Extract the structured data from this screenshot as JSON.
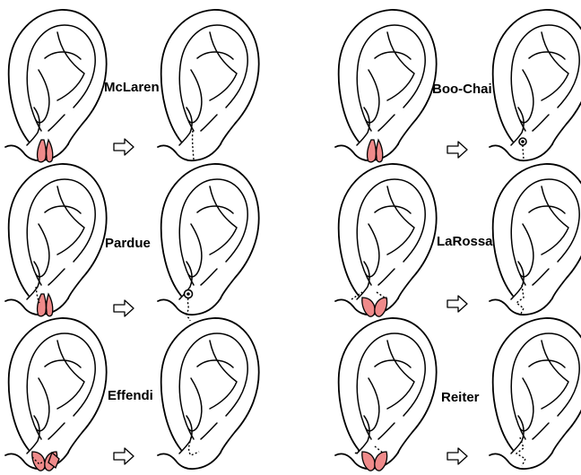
{
  "techniques": [
    {
      "id": "mclaren",
      "label": "McLaren"
    },
    {
      "id": "boo-chai",
      "label": "Boo-Chai"
    },
    {
      "id": "pardue",
      "label": "Pardue"
    },
    {
      "id": "larossa",
      "label": "LaRossa"
    },
    {
      "id": "effendi",
      "label": "Effendi"
    },
    {
      "id": "reiter",
      "label": "Reiter"
    }
  ],
  "colors": {
    "incision_fill": "#ef8a8a",
    "line": "#000000",
    "background": "#ffffff"
  },
  "icons": {
    "transition": "right-arrow-icon",
    "ear": "ear-icon"
  }
}
